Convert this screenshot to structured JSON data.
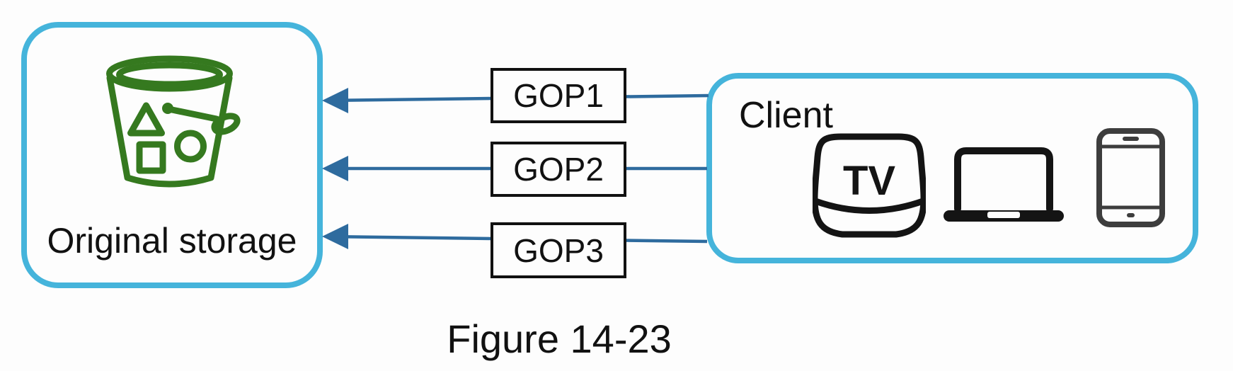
{
  "diagram": {
    "storage": {
      "label": "Original storage",
      "icon": "s3-bucket-icon"
    },
    "client": {
      "label": "Client",
      "tv_label": "TV",
      "devices": [
        "apple-tv",
        "laptop",
        "smartphone"
      ]
    },
    "gop_boxes": [
      {
        "label": "GOP1"
      },
      {
        "label": "GOP2"
      },
      {
        "label": "GOP3"
      }
    ],
    "arrows": [
      {
        "from": "client",
        "to": "storage",
        "via": "GOP1"
      },
      {
        "from": "client",
        "to": "storage",
        "via": "GOP2"
      },
      {
        "from": "client",
        "to": "storage",
        "via": "GOP3"
      }
    ],
    "caption": "Figure 14-23",
    "colors": {
      "container_border": "#45b4db",
      "arrow": "#2e6b9e",
      "bucket_green": "#35791f",
      "device_icon": "#141414",
      "phone_gray": "#3d3d3d"
    }
  }
}
